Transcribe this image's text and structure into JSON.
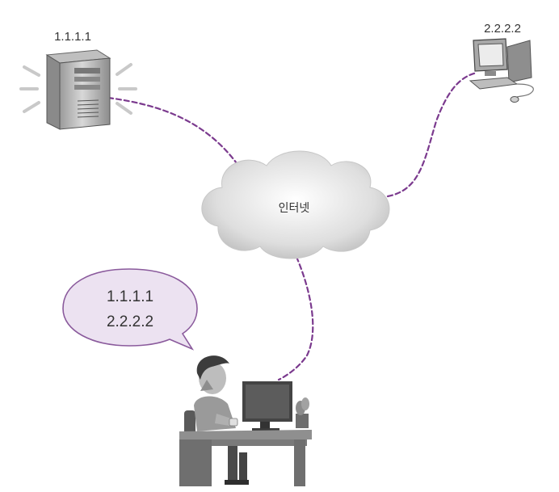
{
  "nodes": {
    "server": {
      "ip": "1.1.1.1"
    },
    "desktop": {
      "ip": "2.2.2.2"
    },
    "internet": {
      "label": "인터넷"
    },
    "user": {
      "bubble_lines": [
        "1.1.1.1",
        "2.2.2.2"
      ]
    }
  },
  "colors": {
    "link": "#7b3a8e",
    "bubble_fill": "#ece2f1",
    "bubble_stroke": "#8a5a9c"
  },
  "icons": [
    "server-icon",
    "desktop-computer-icon",
    "cloud-icon",
    "person-at-desk-icon"
  ]
}
